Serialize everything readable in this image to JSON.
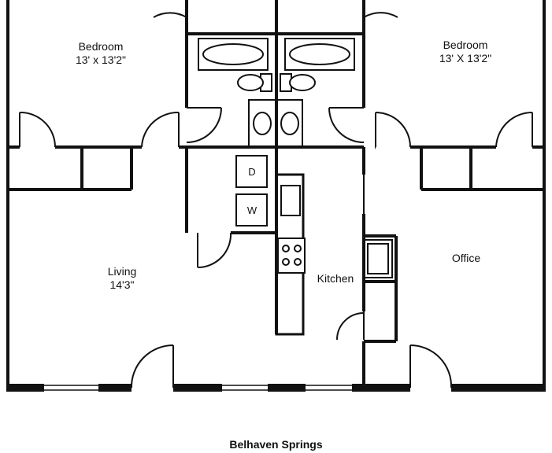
{
  "plan": {
    "rooms": {
      "bedroom_left": {
        "name": "Bedroom",
        "size": "13' x 13'2\""
      },
      "bedroom_right": {
        "name": "Bedroom",
        "size": "13' X 13'2\""
      },
      "living": {
        "name": "Living",
        "size": "14'3\""
      },
      "kitchen": {
        "name": "Kitchen"
      },
      "office": {
        "name": "Office"
      }
    },
    "appliances": {
      "dryer": "D",
      "washer": "W"
    }
  },
  "caption": "Belhaven Springs",
  "colors": {
    "wall": "#111111",
    "background": "#ffffff"
  }
}
